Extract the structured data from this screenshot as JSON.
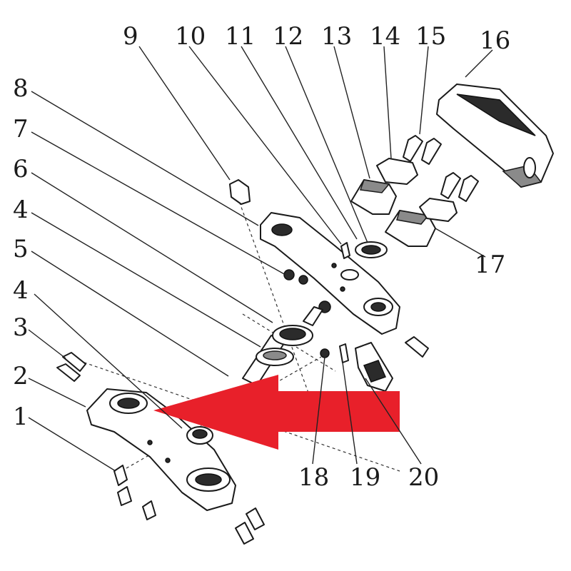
{
  "diagram": {
    "callouts": [
      {
        "id": "1",
        "label": "1"
      },
      {
        "id": "2",
        "label": "2"
      },
      {
        "id": "3",
        "label": "3"
      },
      {
        "id": "4a",
        "label": "4"
      },
      {
        "id": "5",
        "label": "5"
      },
      {
        "id": "4b",
        "label": "4"
      },
      {
        "id": "6",
        "label": "6"
      },
      {
        "id": "7",
        "label": "7"
      },
      {
        "id": "8",
        "label": "8"
      },
      {
        "id": "9",
        "label": "9"
      },
      {
        "id": "10",
        "label": "10"
      },
      {
        "id": "11",
        "label": "11"
      },
      {
        "id": "12",
        "label": "12"
      },
      {
        "id": "13",
        "label": "13"
      },
      {
        "id": "14",
        "label": "14"
      },
      {
        "id": "15",
        "label": "15"
      },
      {
        "id": "16",
        "label": "16"
      },
      {
        "id": "17",
        "label": "17"
      },
      {
        "id": "18",
        "label": "18"
      },
      {
        "id": "19",
        "label": "19"
      },
      {
        "id": "20",
        "label": "20"
      }
    ],
    "colors": {
      "arrow": "#e8202a",
      "line": "#1a1a1a"
    }
  }
}
